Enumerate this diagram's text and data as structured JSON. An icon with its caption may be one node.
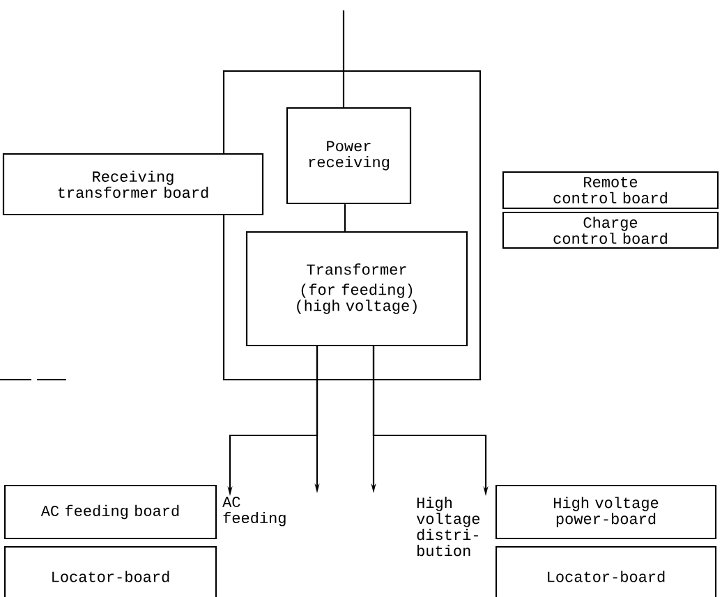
{
  "diagram": {
    "nodes": [
      {
        "text": [],
        "shape": "box"
      },
      {
        "text": [
          "Receiving transformer board"
        ]
      },
      {
        "text": [
          "Power receiving"
        ],
        "in": 0
      },
      {
        "text": [
          "Transformer",
          "(for feeding) (high voltage)"
        ],
        "in": 0
      },
      {
        "text": [
          "Remote control board"
        ]
      },
      {
        "text": [
          "Charge control board"
        ]
      },
      {
        "text": [
          "AC feeding board"
        ]
      },
      {
        "text": [
          "AC feeding"
        ]
      },
      {
        "text": [
          "High voltage distri- bution"
        ]
      },
      {
        "text": [
          "High voltage power-board"
        ]
      },
      {
        "text": [
          "Locator-board"
        ]
      },
      {
        "text": [
          "Locator-board"
        ]
      }
    ],
    "edges": [
      {
        "from": null,
        "to": 2,
        "arrow": "none"
      },
      {
        "from": 2,
        "to": 3,
        "arrow": "none"
      },
      {
        "from": 3,
        "to": 7,
        "arrow": "to"
      },
      {
        "from": 3,
        "to": null,
        "arrow": "to"
      },
      {
        "from": 3,
        "to": null,
        "arrow": "to"
      },
      {
        "from": 3,
        "to": 8,
        "arrow": "to"
      }
    ]
  }
}
